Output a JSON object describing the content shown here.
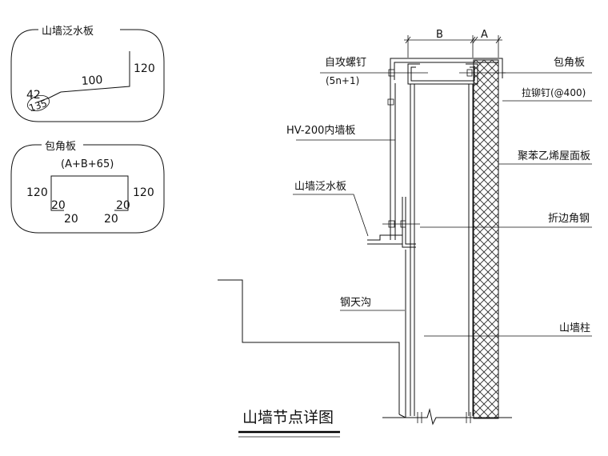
{
  "drawing": {
    "title": "山墙节点详图"
  },
  "detail_flashing": {
    "title": "山墙泛水板",
    "dim_120": "120",
    "dim_100": "100",
    "dim_42": "42",
    "dim_135": "135"
  },
  "detail_corner": {
    "title": "包角板",
    "formula": "(A+B+65)",
    "dim_left_120": "120",
    "dim_right_120": "120",
    "dim_left_20_v": "20",
    "dim_left_20_h": "20",
    "dim_right_20_h": "20",
    "dim_right_20_v": "20"
  },
  "main": {
    "dim_b": "B",
    "dim_a": "A",
    "labels": {
      "screw": "自攻螺钉",
      "screw_spec": "(5n+1)",
      "corner_plate": "包角板",
      "rivet": "拉铆钉(@400)",
      "hv200": "HV-200内墙板",
      "foam_panel": "聚苯乙烯屋面板",
      "gable_flashing": "山墙泛水板",
      "angle_steel": "折边角钢",
      "gutter": "钢天沟",
      "gable_column": "山墙柱"
    }
  }
}
